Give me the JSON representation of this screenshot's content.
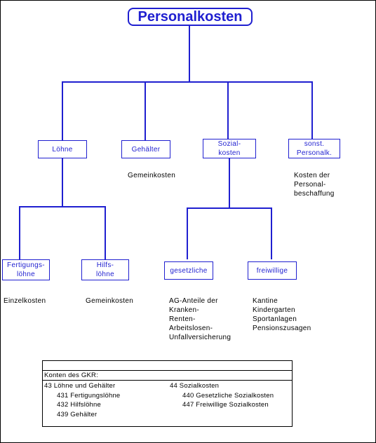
{
  "diagram": {
    "title": "Personalkosten",
    "level1": [
      {
        "lines": [
          "Löhne"
        ]
      },
      {
        "lines": [
          "Gehälter"
        ]
      },
      {
        "lines": [
          "Sozial-",
          "kosten"
        ]
      },
      {
        "lines": [
          "sonst.",
          "Personalk."
        ]
      }
    ],
    "level2": [
      {
        "lines": [
          "Fertigungs-",
          "löhne"
        ]
      },
      {
        "lines": [
          "Hilfs-",
          "löhne"
        ]
      },
      {
        "lines": [
          "gesetzliche"
        ]
      },
      {
        "lines": [
          "freiwillige"
        ]
      }
    ],
    "notes": {
      "gehaelter": [
        "Gemeinkosten"
      ],
      "sonst": [
        "Kosten der",
        "Personal-",
        "beschaffung"
      ],
      "fertigung": [
        "Einzelkosten"
      ],
      "hilfs": [
        "Gemeinkosten"
      ],
      "gesetzlich": [
        "AG-Anteile der",
        "Kranken-",
        "Renten-",
        "Arbeitslosen-",
        "Unfallversicherung"
      ],
      "freiwillig": [
        "Kantine",
        "Kindergarten",
        "Sportanlagen",
        "Pensionszusagen"
      ]
    },
    "line_color": "#1f1fd0"
  },
  "gkr": {
    "heading": "Konten des GKR:",
    "left": {
      "main": "43 Löhne und Gehälter",
      "items": [
        "431 Fertigungslöhne",
        "432 Hilfslöhne",
        "439 Gehälter"
      ]
    },
    "right": {
      "main": "44 Sozialkosten",
      "items": [
        "440 Gesetzliche Sozialkosten",
        "447 Freiwillige Sozialkosten"
      ]
    }
  }
}
